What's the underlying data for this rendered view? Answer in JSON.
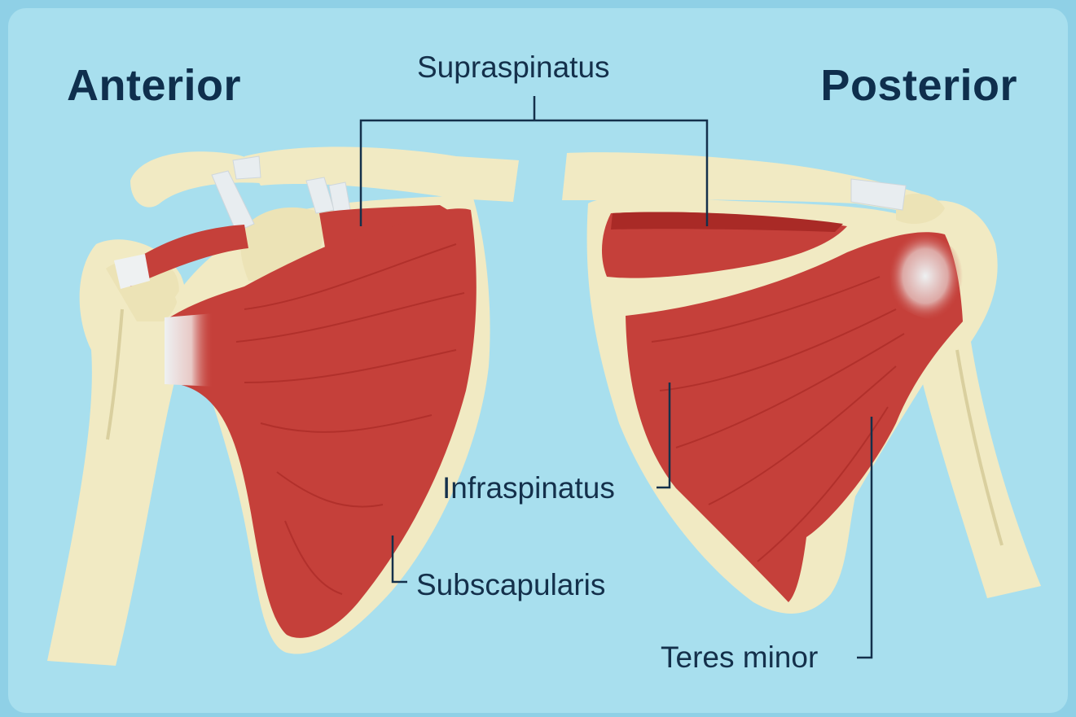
{
  "views": {
    "anterior": "Anterior",
    "posterior": "Posterior"
  },
  "muscles": {
    "supraspinatus": "Supraspinatus",
    "infraspinatus": "Infraspinatus",
    "subscapularis": "Subscapularis",
    "teres_minor": "Teres minor"
  },
  "colors": {
    "background": "#a8dfee",
    "bone": "#f1eac3",
    "muscle": "#c5403a",
    "muscle_dark": "#a92a26",
    "tendon": "#e8edf0",
    "leader_line": "#14304b",
    "text": "#0f2f4d"
  }
}
